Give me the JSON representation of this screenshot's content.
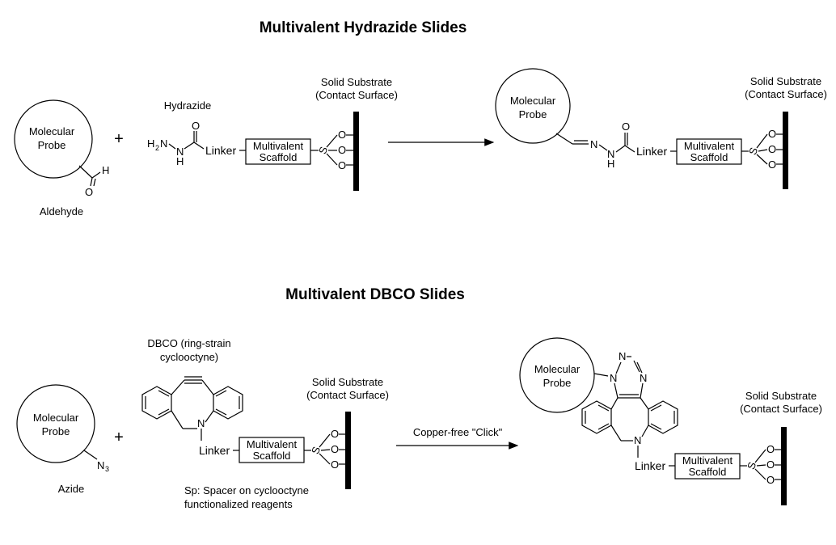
{
  "titles": {
    "hydrazide": "Multivalent Hydrazide Slides",
    "dbco": "Multivalent DBCO Slides"
  },
  "labels": {
    "molecular_probe_line1": "Molecular",
    "molecular_probe_line2": "Probe",
    "aldehyde": "Aldehyde",
    "azide": "Azide",
    "hydrazide": "Hydrazide",
    "dbco_line1": "DBCO (ring-strain",
    "dbco_line2": "cyclooctyne)",
    "solid_substrate_line1": "Solid Substrate",
    "solid_substrate_line2": "(Contact Surface)",
    "linker": "Linker",
    "scaffold_line1": "Multivalent",
    "scaffold_line2": "Scaffold",
    "plus": "+",
    "copper_free_click": "Copper-free \"Click\"",
    "spacer_line1": "Sp: Spacer on cyclooctyne",
    "spacer_line2": "functionalized reagents"
  },
  "atoms": {
    "O": "O",
    "H": "H",
    "N": "N",
    "S": "S",
    "N3": "N",
    "N3_sub": "3",
    "H2N": "H",
    "H2N_sub": "2",
    "H2N_N": "N"
  }
}
